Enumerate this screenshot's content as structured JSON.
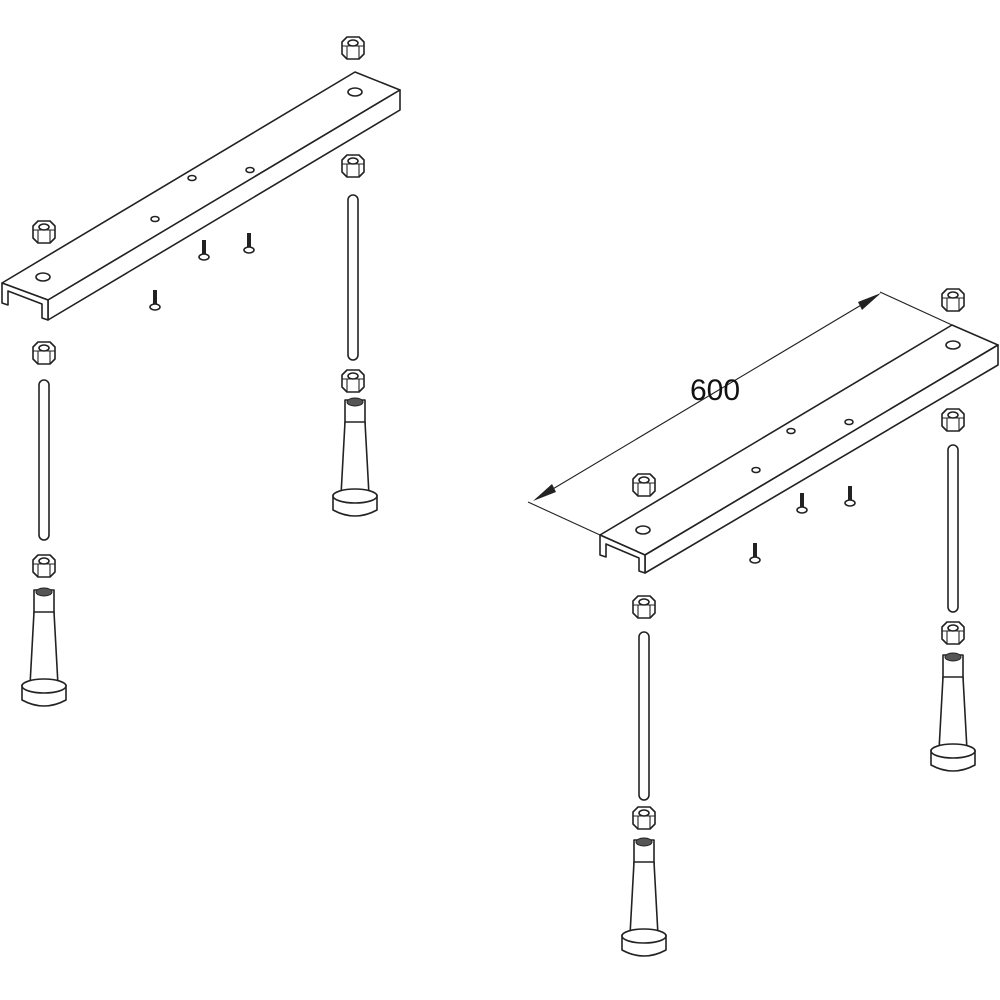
{
  "diagram": {
    "dimension_label": "600",
    "parts": [
      "rail",
      "nut",
      "threaded-rod",
      "adjustable-foot",
      "screw"
    ]
  }
}
